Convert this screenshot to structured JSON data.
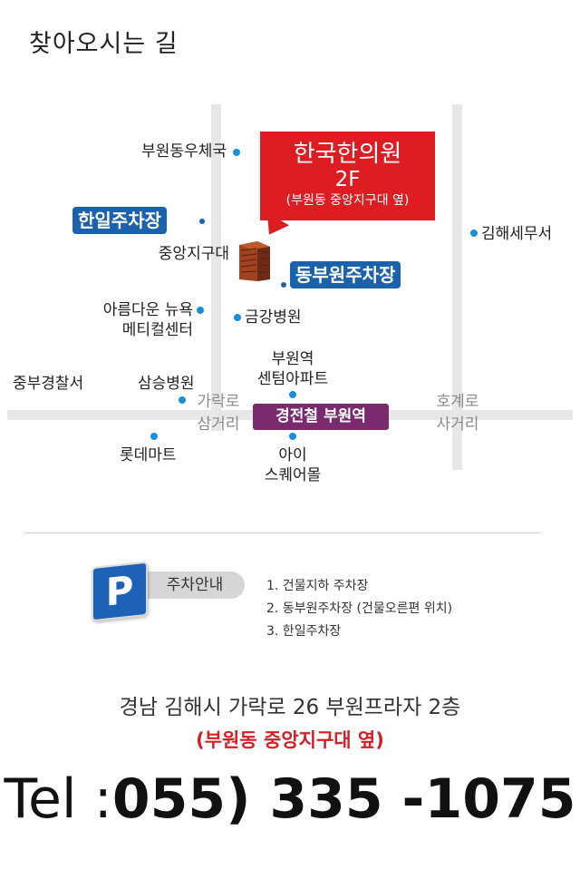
{
  "title": "찾아오시는 길",
  "map": {
    "info_box": {
      "name": "한국한의원",
      "floor": "2F",
      "note": "(부원동 중앙지구대 옆)"
    },
    "parking_labels": {
      "hanil": "한일주차장",
      "dongbuwon": "동부원주차장"
    },
    "station_label": "경전철 부원역",
    "places": {
      "buwondong_post": "부원동우체국",
      "jungang_police_box": "중앙지구대",
      "gimhae_tax_office": "김해세무서",
      "areumdaun_line1": "아름다운 뉴욕",
      "areumdaun_line2": "메티컬센터",
      "geumgang_hospital": "금강병원",
      "buwon_station_line1": "부원역",
      "buwon_station_line2": "센텀아파트",
      "jungbu_police": "중부경찰서",
      "samsung_hospital": "삼승병원",
      "garak_line1": "가락로",
      "garak_line2": "삼거리",
      "hogye_line1": "호계로",
      "hogye_line2": "사거리",
      "lotte_mart": "롯데마트",
      "ai_line1": "아이",
      "ai_line2": "스퀘어몰"
    }
  },
  "parking": {
    "sign": "P",
    "title": "주차안내",
    "items": [
      "1. 건물지하 주차장",
      "2. 동부원주차장 (건물오른편 위치)",
      "3. 한일주차장"
    ]
  },
  "address": {
    "line1": "경남 김해시 가락로 26 부원프라자 2층",
    "line2": "(부원동 중앙지구대 옆)"
  },
  "tel": {
    "prefix": "Tel :",
    "number": "055) 335 -1075"
  },
  "colors": {
    "accent_red": "#dd1d22",
    "accent_blue": "#1b62ad",
    "station_purple": "#7a2b6e",
    "dot_blue": "#1a8fd8"
  }
}
